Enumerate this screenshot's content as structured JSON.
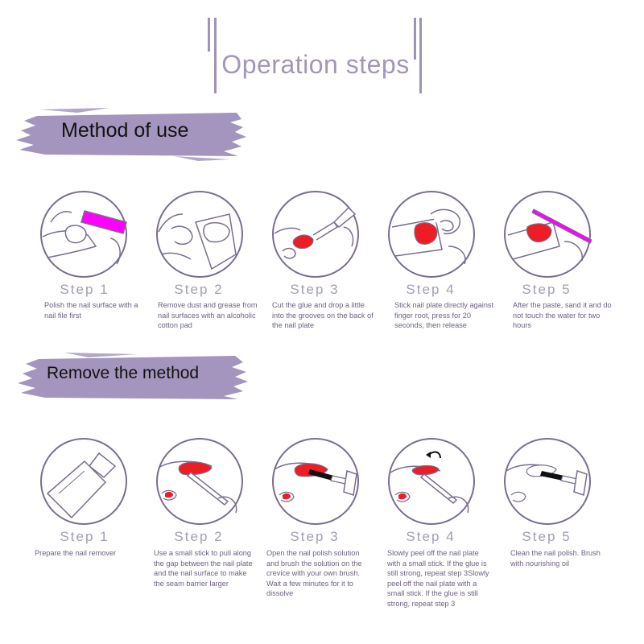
{
  "page_title": "Operation steps",
  "method_section": {
    "title": "Method of use",
    "steps": [
      {
        "label": "Step 1",
        "text": "Polish the nail surface with a nail file first",
        "icon": "nail-file-icon"
      },
      {
        "label": "Step 2",
        "text": "Remove dust and grease from nail surfaces with an alcoholic cotton pad",
        "icon": "cotton-pad-icon"
      },
      {
        "label": "Step 3",
        "text": "Cut the glue and drop a little into the grooves on the back of the nail plate",
        "icon": "glue-drop-icon"
      },
      {
        "label": "Step 4",
        "text": "Stick nail plate directly against finger root, press for 20 seconds, then release",
        "icon": "press-nail-icon"
      },
      {
        "label": "Step 5",
        "text": "After the paste, sand it and do not touch the water for two hours",
        "icon": "sand-nail-icon"
      }
    ]
  },
  "remove_section": {
    "title": "Remove the method",
    "steps": [
      {
        "label": "Step 1",
        "text": "Prepare the nail remover",
        "icon": "remover-bottle-icon"
      },
      {
        "label": "Step 2",
        "text": "Use a small stick to pull along the gap between the nail plate and the nail surface to make the seam barrier larger",
        "icon": "stick-gap-icon"
      },
      {
        "label": "Step 3",
        "text": "Open the nail polish solution and brush the solution on the crevice with your own brush. Wait a few minutes for it to dissolve",
        "icon": "brush-solution-icon"
      },
      {
        "label": "Step 4",
        "text": "Slowly peel off the nail plate with a small stick. If the glue is still strong, repeat step 3Slowly peel off the nail plate with a small stick. If the glue is still strong, repeat step 3",
        "icon": "peel-nail-icon"
      },
      {
        "label": "Step 5",
        "text": "Clean the nail polish. Brush with nourishing oil",
        "icon": "clean-brush-icon"
      }
    ]
  },
  "colors": {
    "accent": "#9e93b4",
    "brush": "#a395bd",
    "outline": "#7a6e8c",
    "nail_red": "#ee1c25",
    "nail_magenta": "#ff00ff"
  }
}
